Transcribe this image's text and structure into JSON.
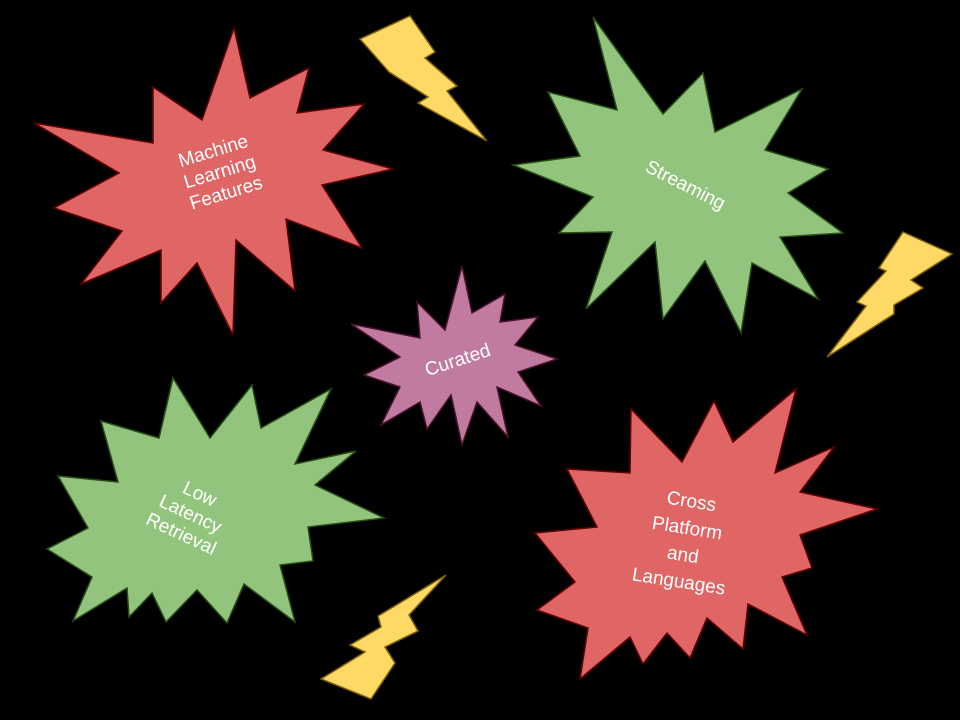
{
  "colors": {
    "background": "#000000",
    "red_fill": "#e06666",
    "red_stroke": "#660000",
    "green_fill": "#93c47d",
    "green_stroke": "#274e13",
    "purple_fill": "#c27ba0",
    "purple_stroke": "#4c1130",
    "yellow_fill": "#ffd966",
    "yellow_stroke": "#7f6000",
    "text": "#ffffff"
  },
  "bursts": [
    {
      "id": "machine-learning-features",
      "label": "Machine\nLearning\nFeatures",
      "color": "red",
      "rotation_deg": -17
    },
    {
      "id": "streaming",
      "label": "Streaming",
      "color": "green",
      "rotation_deg": 27
    },
    {
      "id": "curated",
      "label": "Curated",
      "color": "purple",
      "rotation_deg": -18
    },
    {
      "id": "low-latency-retrieval",
      "label": "Low\nLatency\nRetrieval",
      "color": "green",
      "rotation_deg": 25
    },
    {
      "id": "cross-platform-languages",
      "label": "Cross\nPlatform\nand\nLanguages",
      "color": "red",
      "rotation_deg": 9
    }
  ],
  "lightning_bolts": [
    {
      "id": "bolt-top-center",
      "color": "yellow"
    },
    {
      "id": "bolt-right",
      "color": "yellow"
    },
    {
      "id": "bolt-bottom-center",
      "color": "yellow"
    }
  ]
}
